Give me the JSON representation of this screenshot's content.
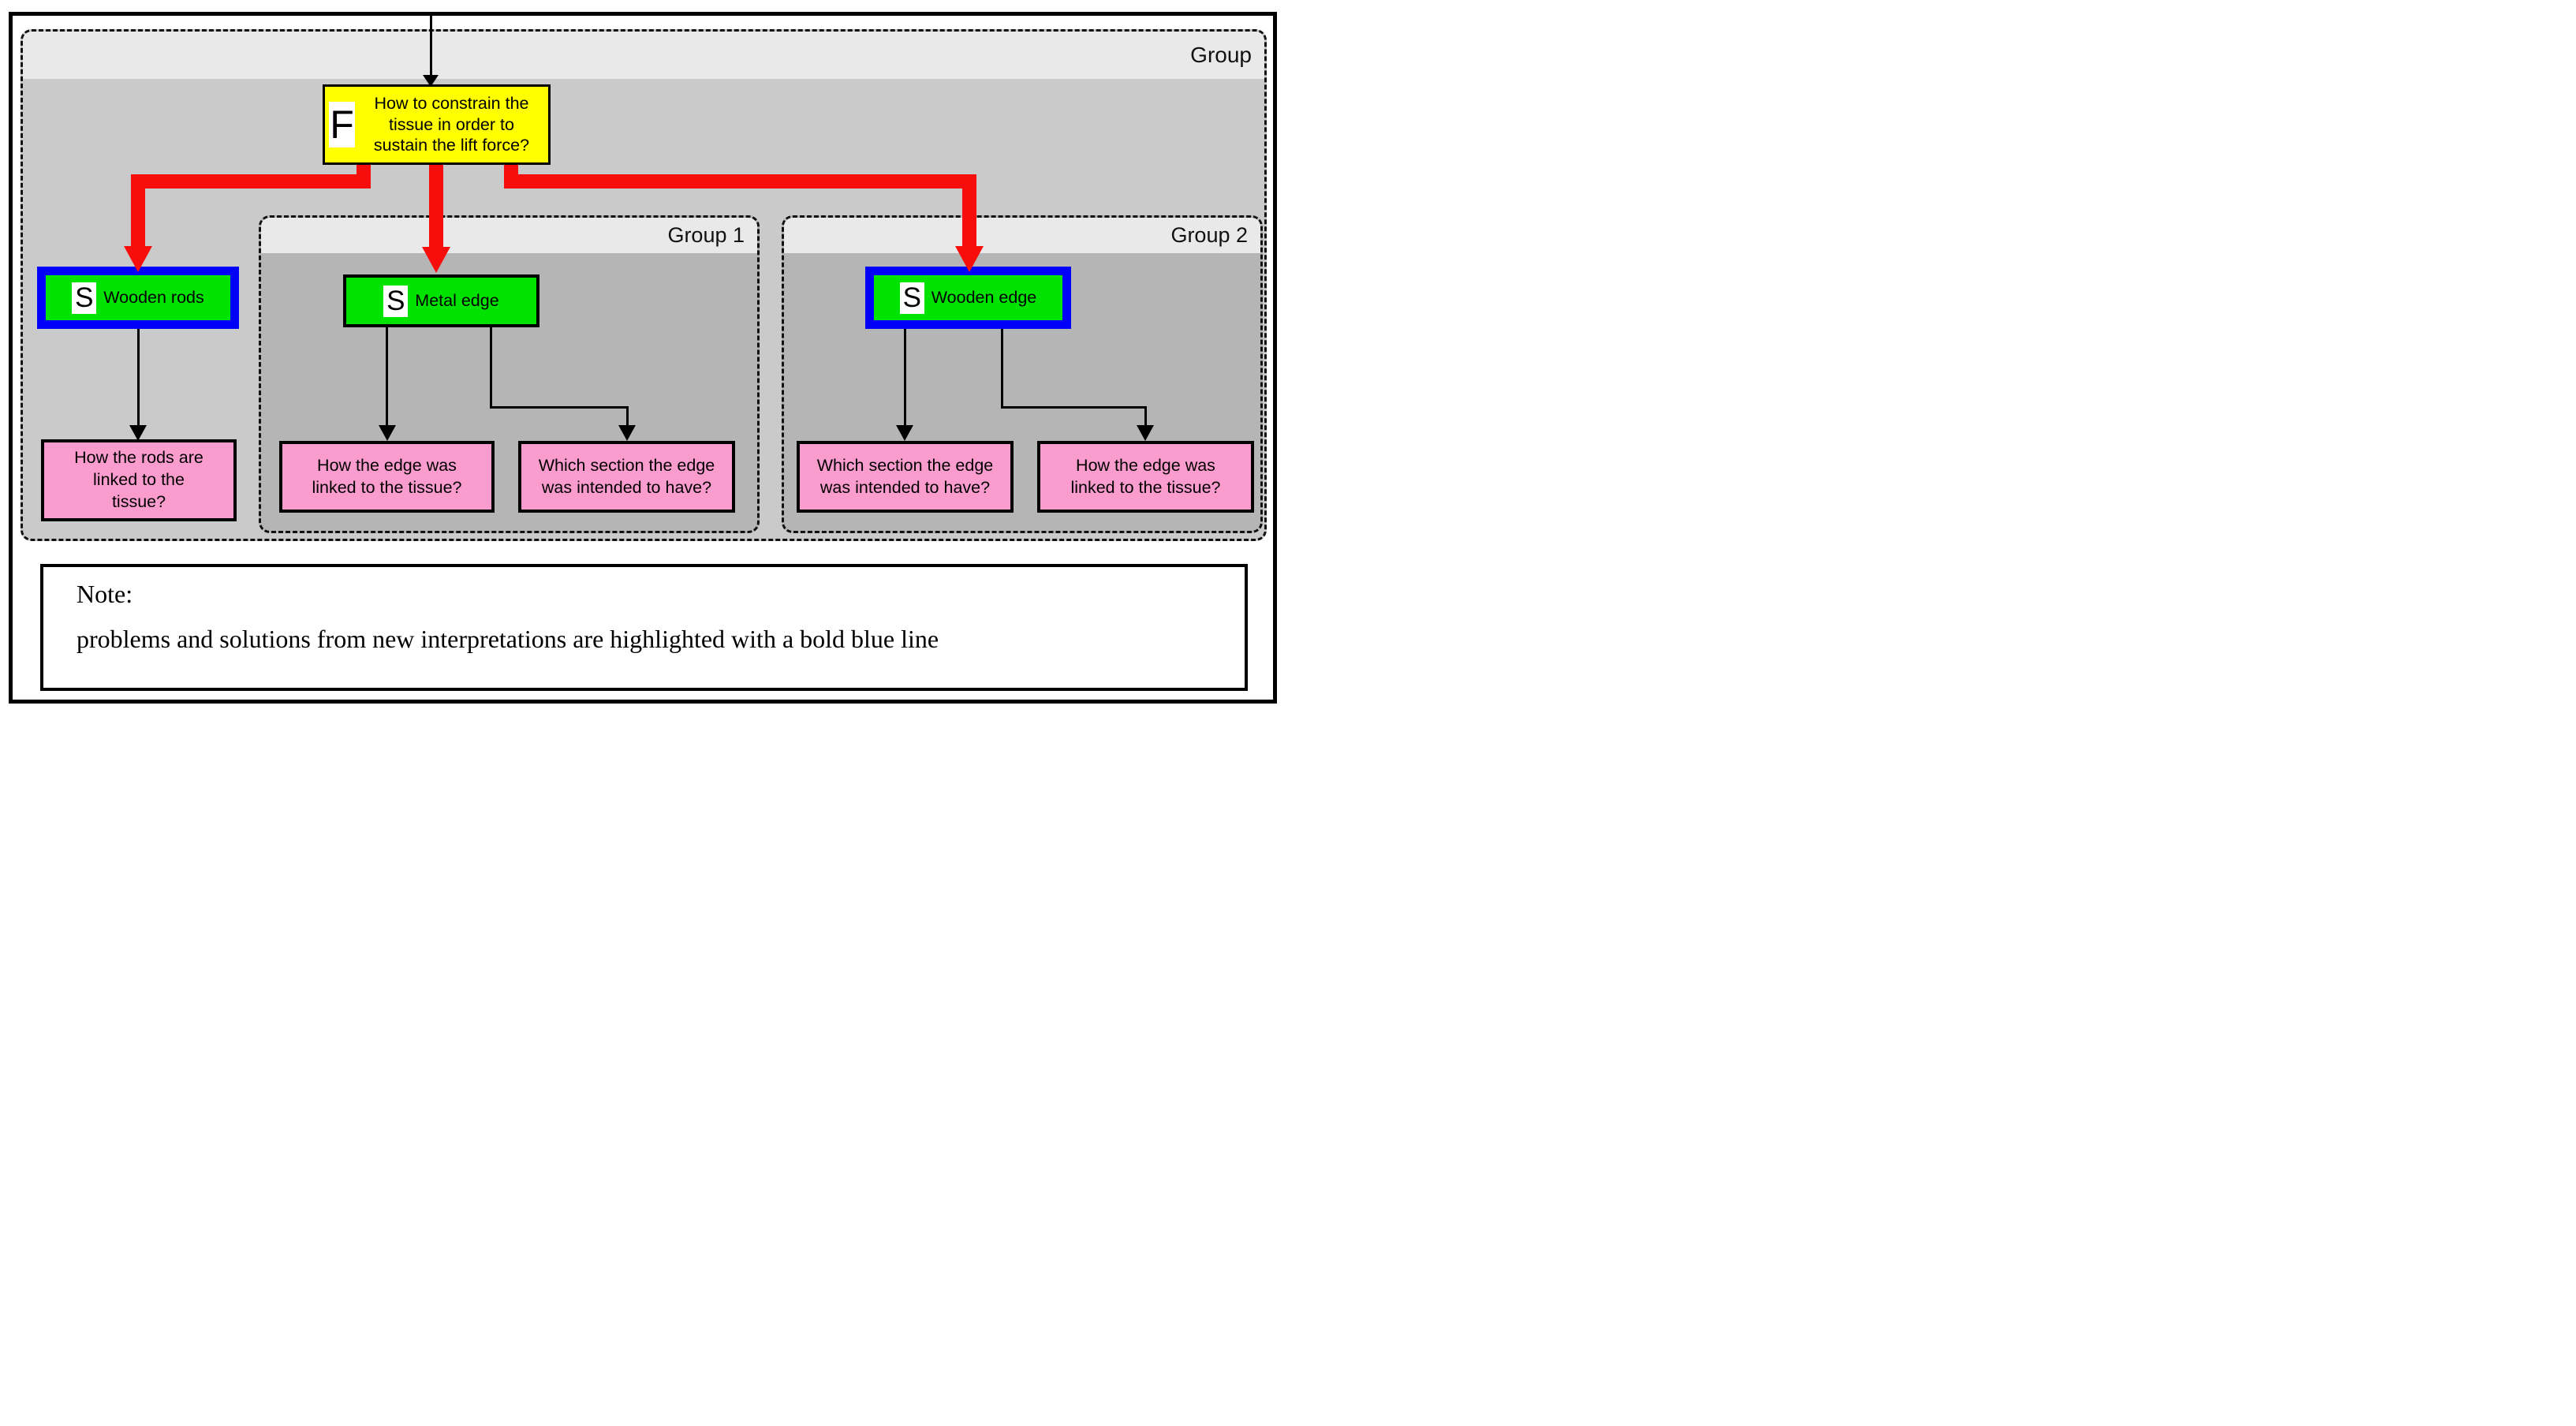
{
  "group": {
    "label": "Group"
  },
  "problem": {
    "type_badge": "F",
    "text": "How to constrain the\ntissue in order to\nsustain the lift force?"
  },
  "subgroups": {
    "group1": {
      "label": "Group 1"
    },
    "group2": {
      "label": "Group 2"
    }
  },
  "solutions": {
    "wooden_rods": {
      "type_badge": "S",
      "label": "Wooden rods",
      "highlighted": true
    },
    "metal_edge": {
      "type_badge": "S",
      "label": "Metal edge",
      "highlighted": false
    },
    "wooden_edge": {
      "type_badge": "S",
      "label": "Wooden edge",
      "highlighted": true
    }
  },
  "questions": {
    "rods_link": "How the rods are\nlinked to the\ntissue?",
    "g1_link": "How the edge was\nlinked to the tissue?",
    "g1_section": "Which section the edge\nwas intended to have?",
    "g2_section": "Which section the edge\nwas intended to have?",
    "g2_link": "How the edge was\nlinked to the tissue?"
  },
  "note": {
    "title": "Note:",
    "body": "problems and solutions from new interpretations are highlighted with a bold blue line"
  },
  "colors": {
    "problem_fill": "#FFFF00",
    "solution_fill": "#00E200",
    "question_fill": "#FB9CCE",
    "highlight_border": "#0000FA",
    "arrow_red": "#F80D0D",
    "group_header": "#E9E9E9",
    "group_body": "#CACACA",
    "subgroup_body": "#B5B5B5"
  }
}
